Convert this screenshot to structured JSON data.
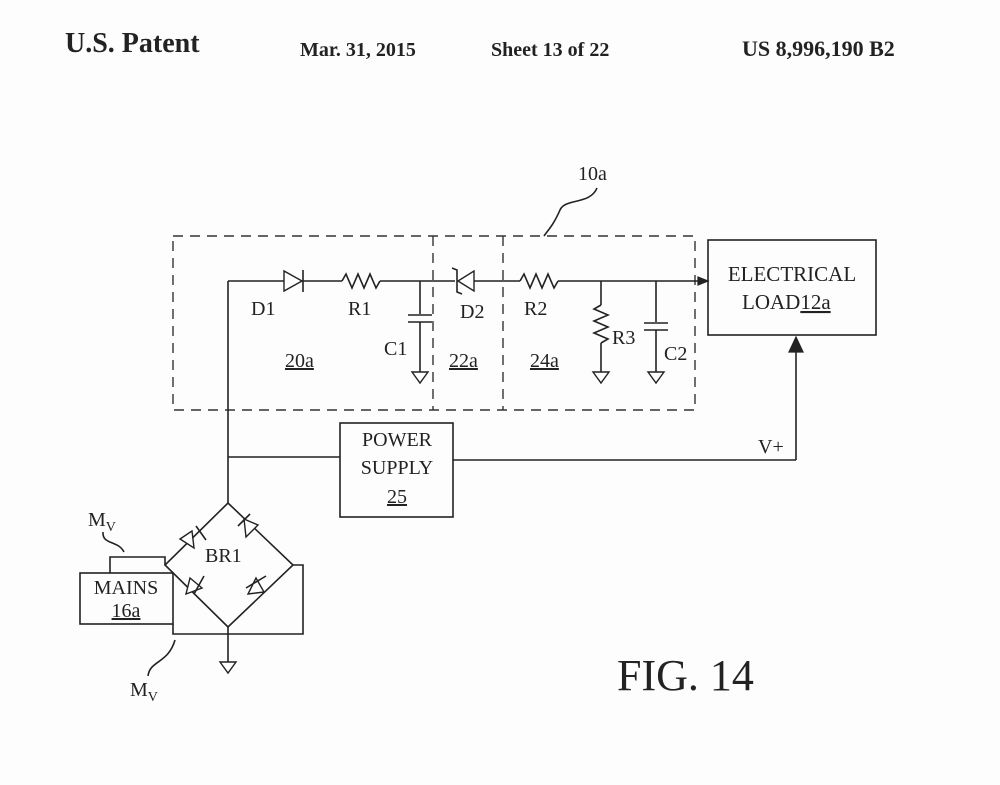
{
  "header": {
    "office": "U.S. Patent",
    "date": "Mar. 31, 2015",
    "sheet": "Sheet 13 of 22",
    "number": "US 8,996,190 B2"
  },
  "figure": {
    "label": "FIG. 14"
  },
  "circuit": {
    "module_ref": "10a",
    "stages": {
      "stage1": "20a",
      "stage2": "22a",
      "stage3": "24a"
    },
    "components": {
      "d1": "D1",
      "r1": "R1",
      "c1": "C1",
      "d2": "D2",
      "r2": "R2",
      "r3": "R3",
      "c2": "C2",
      "br1": "BR1"
    },
    "electrical_load": {
      "line1": "ELECTRICAL",
      "line2": "LOAD",
      "ref": "12a"
    },
    "power_supply": {
      "line1": "POWER",
      "line2": "SUPPLY",
      "ref": "25"
    },
    "mains": {
      "label": "MAINS",
      "ref": "16a"
    },
    "vplus": "V+",
    "mv_top": {
      "base": "M",
      "sub": "V"
    },
    "mv_bottom": {
      "base": "M",
      "sub": "V"
    }
  }
}
